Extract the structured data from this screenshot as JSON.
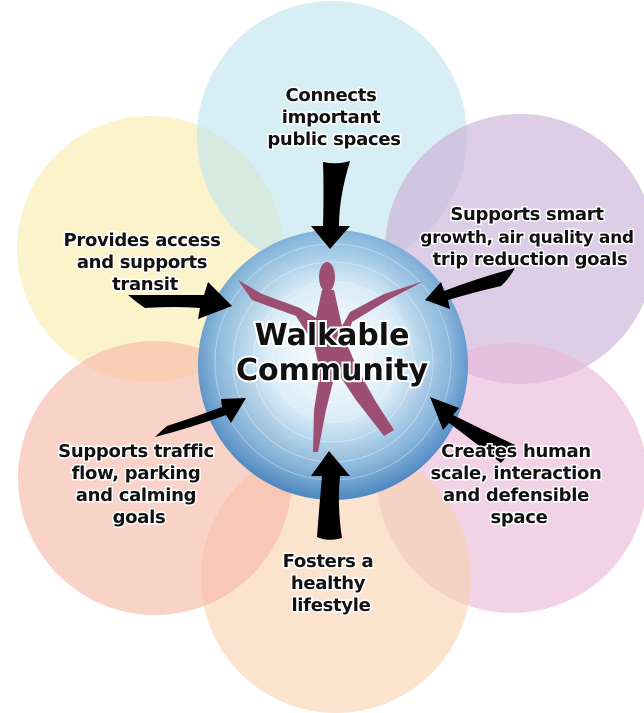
{
  "center": {
    "title_line1": "Walkable",
    "title_line2": "Community",
    "figure_icon": "walking-person-figure"
  },
  "petals": [
    {
      "id": "top",
      "color": "#bfe3ee",
      "lines": [
        "Connects",
        "important",
        "public spaces"
      ]
    },
    {
      "id": "upper-right",
      "color": "#c9aed6",
      "lines": [
        "Supports smart",
        "growth, air quality and",
        "trip reduction goals"
      ]
    },
    {
      "id": "lower-right",
      "color": "#eab6d8",
      "lines": [
        "Creates human",
        "scale, interaction",
        "and defensible",
        "space"
      ]
    },
    {
      "id": "bottom",
      "color": "#f8d2ae",
      "lines": [
        "Fosters a",
        "healthy",
        "lifestyle"
      ]
    },
    {
      "id": "lower-left",
      "color": "#f6b7a6",
      "lines": [
        "Supports  traffic",
        "flow, parking",
        "and calming",
        "goals"
      ]
    },
    {
      "id": "upper-left",
      "color": "#f8ecac",
      "lines": [
        "Provides access",
        "and supports",
        "transit"
      ]
    }
  ],
  "colors": {
    "center_outer": "#3d7fbf",
    "center_inner": "#e9f4fb",
    "figure": "#9c4f72",
    "arrow": "#000000"
  }
}
